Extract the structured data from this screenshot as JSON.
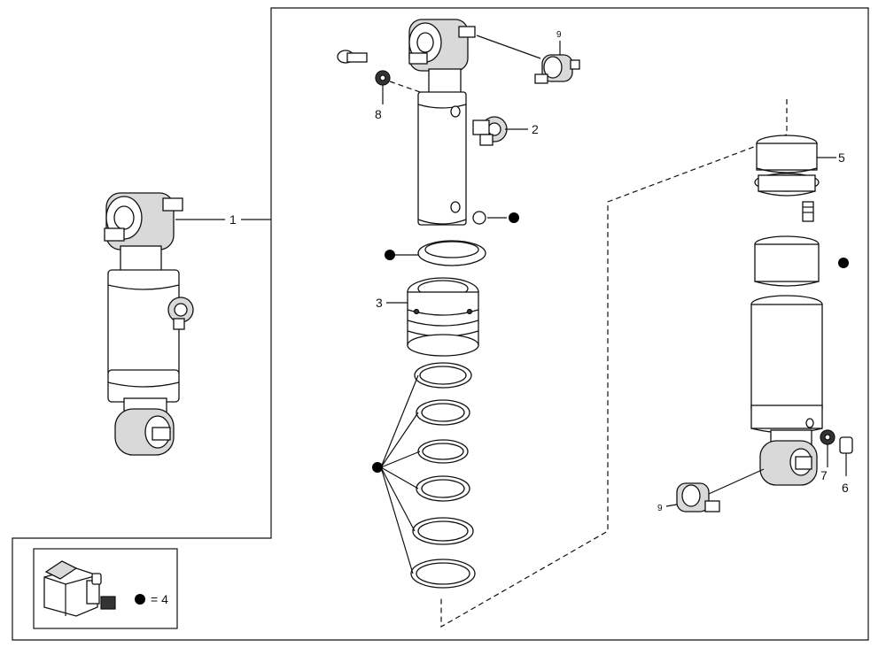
{
  "callouts": {
    "c1": "1",
    "c2": "2",
    "c3": "3",
    "c4_legend": "= 4",
    "c5": "5",
    "c6": "6",
    "c7": "7",
    "c8": "8",
    "c9_top": "9",
    "c9_bottom": "9"
  },
  "colors": {
    "line": "#111111",
    "shade": "#d9d9d9"
  }
}
